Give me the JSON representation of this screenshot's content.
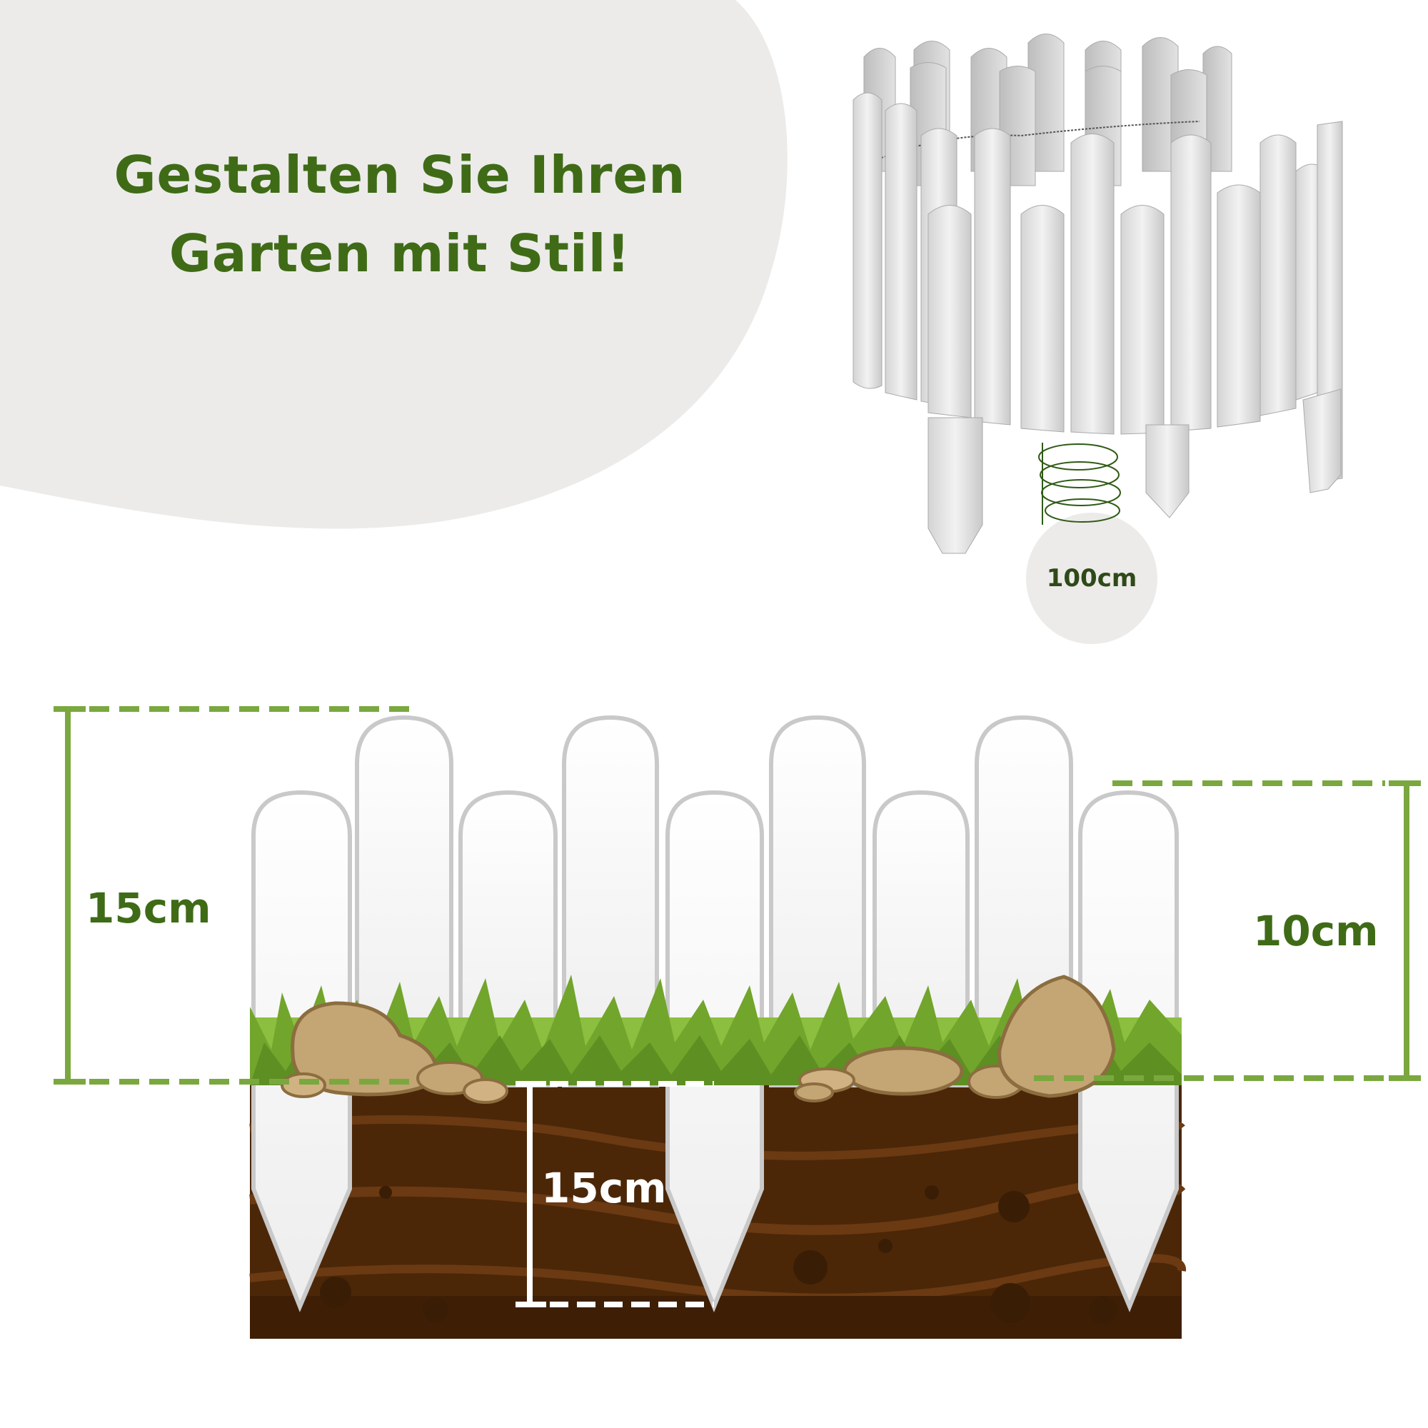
{
  "headline": {
    "line1": "Gestalten Sie Ihren",
    "line2": "Garten mit Stil!"
  },
  "product": {
    "diameter_label": "100cm"
  },
  "dimensions": {
    "total_height": "15cm",
    "above_ground_short": "10cm",
    "ground_depth": "15cm"
  },
  "colors": {
    "headline_green": "#3f6b17",
    "measure_green": "#7aa83f",
    "soil_brown": "#4b2708",
    "blob_grey": "#ecebe9"
  },
  "icons": {
    "wire_coil": "coil-icon"
  }
}
